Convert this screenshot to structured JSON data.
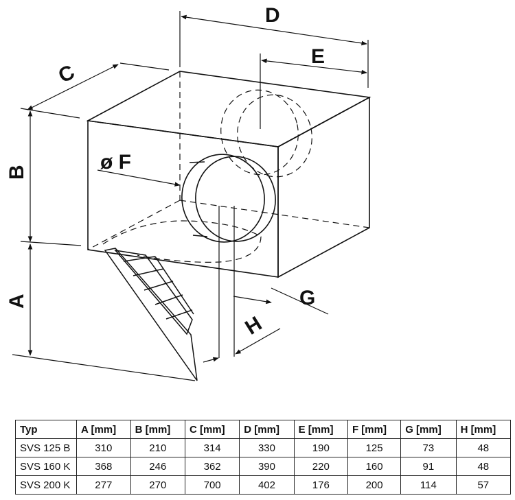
{
  "drawing": {
    "labels": {
      "A": "A",
      "B": "B",
      "C": "C",
      "D": "D",
      "E": "E",
      "F": "ø F",
      "G": "G",
      "H": "H"
    }
  },
  "table": {
    "headers": [
      "Typ",
      "A [mm]",
      "B [mm]",
      "C [mm]",
      "D [mm]",
      "E [mm]",
      "F [mm]",
      "G [mm]",
      "H [mm]"
    ],
    "rows": [
      [
        "SVS 125 B",
        "310",
        "210",
        "314",
        "330",
        "190",
        "125",
        "73",
        "48"
      ],
      [
        "SVS 160 K",
        "368",
        "246",
        "362",
        "390",
        "220",
        "160",
        "91",
        "48"
      ],
      [
        "SVS 200 K",
        "277",
        "270",
        "700",
        "402",
        "176",
        "200",
        "114",
        "57"
      ]
    ]
  }
}
